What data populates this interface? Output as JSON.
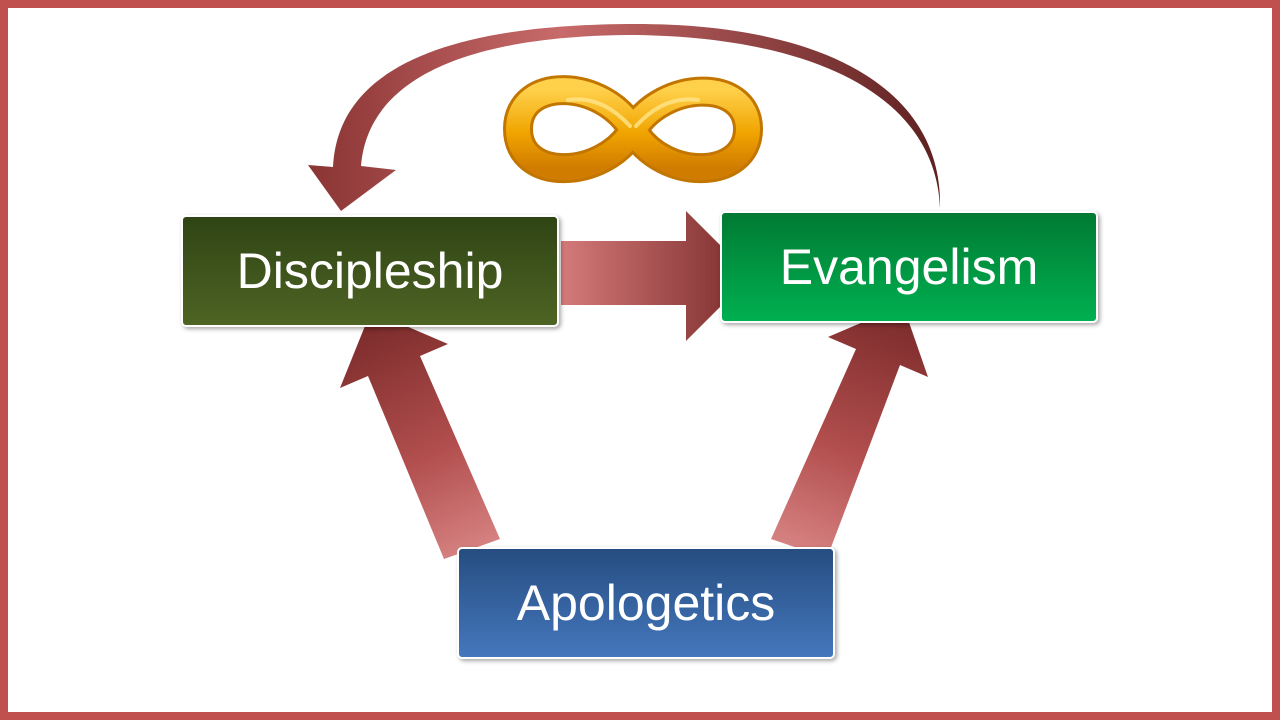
{
  "nodes": {
    "discipleship": "Discipleship",
    "evangelism": "Evangelism",
    "apologetics": "Apologetics"
  },
  "symbols": {
    "infinity": "infinity-icon"
  },
  "colors": {
    "border": "#c0504d",
    "arrow_dark": "#7e2e2e",
    "arrow_light": "#d07070",
    "discipleship_box": "#3d5219",
    "evangelism_box": "#00a046",
    "apologetics_box": "#3466a8",
    "infinity_gold": "#f2a800"
  }
}
